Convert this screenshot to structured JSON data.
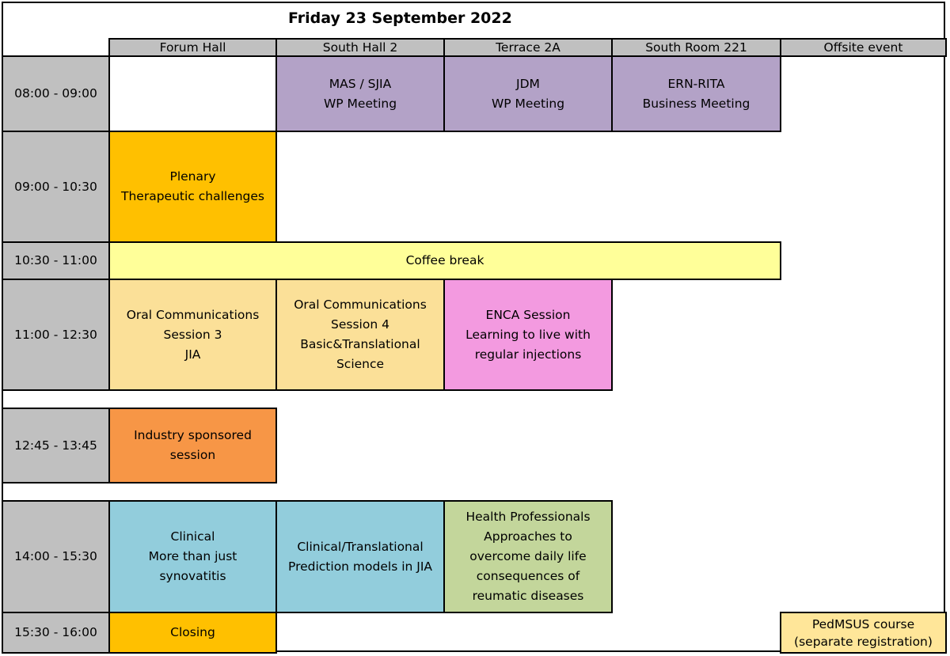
{
  "title": "Friday 23 September 2022",
  "columns": [
    "Forum Hall",
    "South Hall 2",
    "Terrace 2A",
    "South Room 221",
    "Offsite event"
  ],
  "times": [
    "08:00 - 09:00",
    "09:00 - 10:30",
    "10:30 - 11:00",
    "11:00 - 12:30",
    "12:45 - 13:45",
    "14:00 - 15:30",
    "15:30 - 16:00"
  ],
  "sessions": {
    "mas_sjia": "MAS / SJIA\nWP Meeting",
    "jdm": "JDM\nWP Meeting",
    "ern_rita": "ERN-RITA\nBusiness Meeting",
    "plenary": "Plenary\nTherapeutic challenges",
    "coffee": "Coffee break",
    "oral3": "Oral Communications\nSession 3\nJIA",
    "oral4": "Oral Communications\nSession 4\nBasic&Translational\nScience",
    "enca": "ENCA Session\nLearning to live with\nregular injections",
    "industry": "Industry sponsored\nsession",
    "clinical": "Clinical\nMore than just\nsynovatitis",
    "clin_trans": "Clinical/Translational\nPrediction models  in JIA",
    "health": "Health Professionals\nApproaches to\novercome  daily life\nconsequences of\nreumatic diseases",
    "closing": "Closing",
    "pedmsus": "PedMSUS course\n(separate registration)"
  },
  "colors": {
    "header_grey": "#c0c0c0",
    "purple": "#b3a2c7",
    "orange_gold": "#ffc000",
    "light_yellow": "#ffff99",
    "pale_orange": "#fbe098",
    "pink": "#f39ae0",
    "orange": "#f79646",
    "light_blue": "#92cddc",
    "light_green": "#c3d69b",
    "pale_yellow": "#ffe699"
  }
}
